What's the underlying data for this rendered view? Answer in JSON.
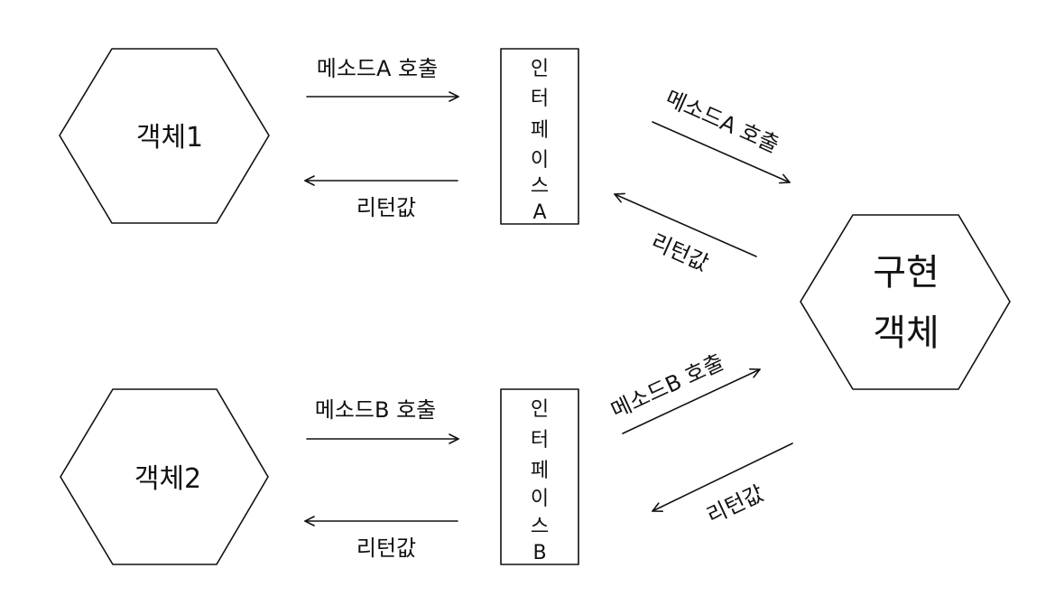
{
  "objects": {
    "object1": {
      "label": "객체1"
    },
    "object2": {
      "label": "객체2"
    },
    "impl": {
      "line1": "구현",
      "line2": "객체"
    }
  },
  "interfaces": {
    "a": {
      "chars": [
        "인",
        "터",
        "페",
        "이",
        "스",
        "A"
      ]
    },
    "b": {
      "chars": [
        "인",
        "터",
        "페",
        "이",
        "스",
        "B"
      ]
    }
  },
  "arrows": {
    "obj1_to_ifaceA": "메소드A 호출",
    "ifaceA_to_obj1": "리턴값",
    "ifaceA_to_impl": "메소드A 호출",
    "impl_to_ifaceA": "리턴값",
    "obj2_to_ifaceB": "메소드B 호출",
    "ifaceB_to_obj2": "리턴값",
    "ifaceB_to_impl": "메소드B 호출",
    "impl_to_ifaceB": "리턴값"
  }
}
